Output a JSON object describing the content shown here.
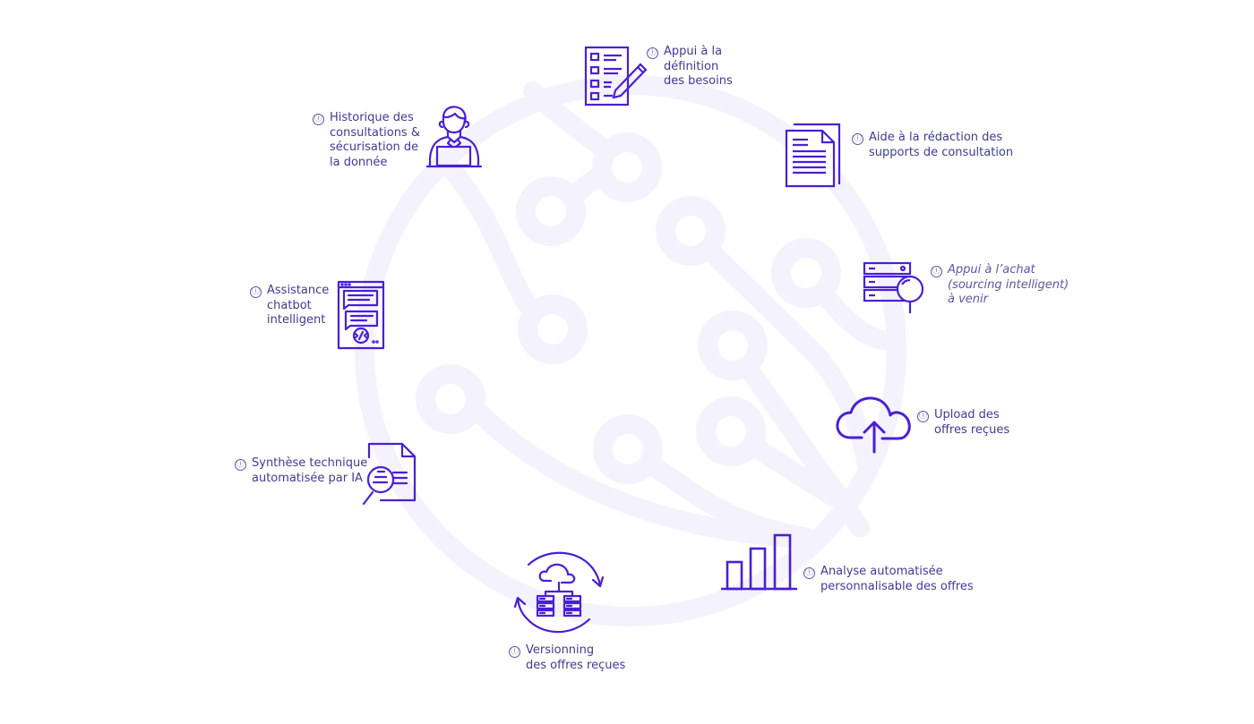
{
  "features": {
    "needs_definition": {
      "info_icon": "ⓘ",
      "line_1": "Appui à la",
      "line_2": "définition",
      "line_3": "des besoins",
      "icon_name": "checklist-pencil-icon"
    },
    "drafting_support": {
      "info_icon": "ⓘ",
      "line_1": "Aide à la rédaction des",
      "line_2": "supports de consultation",
      "icon_name": "document-icon"
    },
    "purchasing_support": {
      "info_icon": "ⓘ",
      "line_1": "Appui à l’achat",
      "line_2": "(sourcing intelligent)",
      "line_3": "à venir",
      "icon_name": "server-search-icon"
    },
    "offers_upload": {
      "info_icon": "ⓘ",
      "line_1": "Upload des",
      "line_2": "offres reçues",
      "icon_name": "cloud-upload-icon"
    },
    "automated_analysis": {
      "info_icon": "ⓘ",
      "line_1": "Analyse automatisée",
      "line_2": "personnalisable des offres",
      "icon_name": "bar-chart-icon"
    },
    "versioning": {
      "info_icon": "ⓘ",
      "line_1": "Versionning",
      "line_2": "des offres reçues",
      "icon_name": "cloud-sync-servers-icon"
    },
    "technical_summary": {
      "info_icon": "ⓘ",
      "line_1": "Synthèse technique",
      "line_2": "automatisée par IA",
      "icon_name": "document-search-icon"
    },
    "chatbot_assistance": {
      "info_icon": "ⓘ",
      "line_1": "Assistance",
      "line_2": "chatbot",
      "line_3": "intelligent",
      "icon_name": "chatbot-code-icon"
    },
    "consultation_history": {
      "info_icon": "ⓘ",
      "line_1": "Historique des",
      "line_2": "consultations &",
      "line_3": "sécurisation de",
      "line_4": "la donnée",
      "icon_name": "user-laptop-icon"
    }
  },
  "colors": {
    "primary": "#4a1fd6",
    "text": "#3f3b93",
    "background_circle": "#f4f2fd",
    "background": "#ffffff"
  }
}
